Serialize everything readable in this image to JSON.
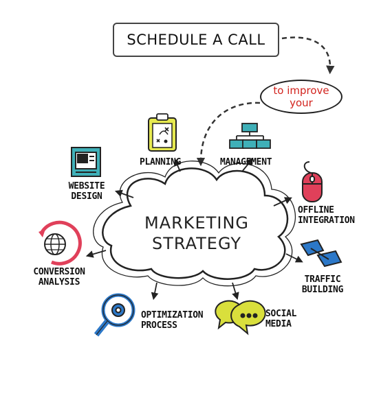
{
  "cta": {
    "label": "SCHEDULE A CALL"
  },
  "bubble": {
    "line1": "to improve",
    "line2": "your"
  },
  "center": {
    "line1": "MARKETING",
    "line2": "STRATEGY"
  },
  "nodes": {
    "planning": {
      "label": "PLANNING",
      "icon": "clipboard-icon"
    },
    "management": {
      "label": "MANAGEMENT",
      "icon": "org-chart-icon"
    },
    "website": {
      "line1": "WEBSITE",
      "line2": "DESIGN",
      "icon": "monitor-icon"
    },
    "offline": {
      "line1": "OFFLINE",
      "line2": "INTEGRATION",
      "icon": "mouse-icon"
    },
    "conversion": {
      "line1": "CONVERSION",
      "line2": "ANALYSIS",
      "icon": "globe-cycle-icon"
    },
    "traffic": {
      "line1": "TRAFFIC",
      "line2": "BUILDING",
      "icon": "road-sign-icon"
    },
    "optimization": {
      "line1": "OPTIMIZATION",
      "line2": "PROCESS",
      "icon": "magnifier-gear-icon"
    },
    "social": {
      "line1": "SOCIAL",
      "line2": "MEDIA",
      "icon": "chat-bubbles-icon"
    }
  },
  "colors": {
    "accent_red": "#e0405a",
    "teal": "#3fb0b8",
    "yellow": "#d9df3c",
    "blue": "#2c78c8",
    "ink": "#222222"
  }
}
